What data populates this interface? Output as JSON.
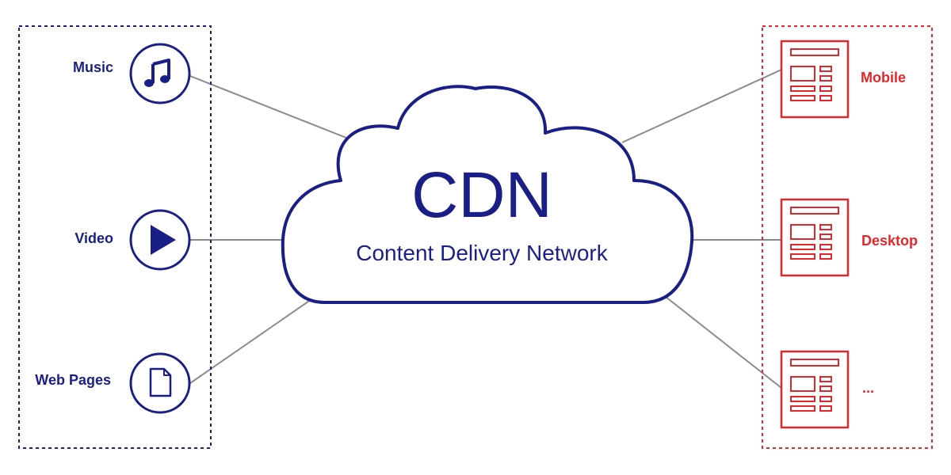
{
  "colors": {
    "source_accent": "#1a1f87",
    "target_accent": "#e3262b",
    "connector": "#8a8a8a",
    "background": "#ffffff"
  },
  "cdn": {
    "title": "CDN",
    "subtitle": "Content Delivery Network"
  },
  "sources": [
    {
      "label": "Music",
      "icon": "music-note-icon"
    },
    {
      "label": "Video",
      "icon": "play-icon"
    },
    {
      "label": "Web Pages",
      "icon": "document-icon"
    }
  ],
  "targets": [
    {
      "label": "Mobile",
      "icon": "web-page-layout-icon"
    },
    {
      "label": "Desktop",
      "icon": "web-page-layout-icon"
    },
    {
      "label": "...",
      "icon": "web-page-layout-icon"
    }
  ]
}
